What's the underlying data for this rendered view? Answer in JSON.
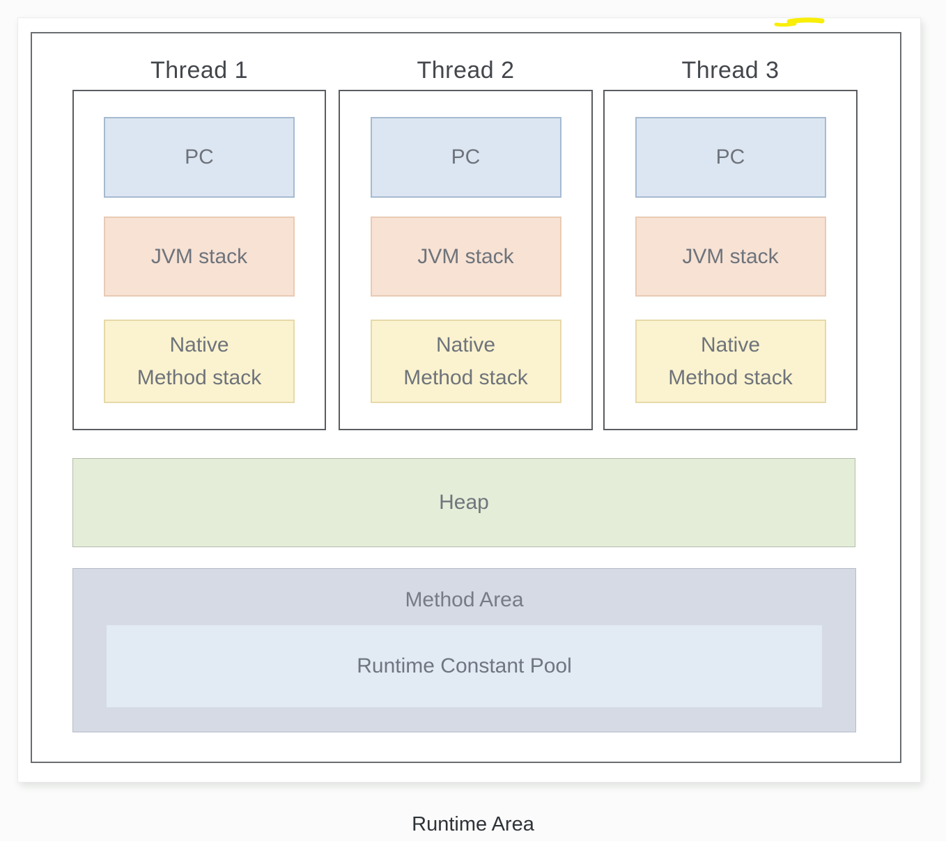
{
  "caption": "Runtime Area",
  "diagram": {
    "threads": [
      {
        "label": "Thread 1",
        "pc_label": "PC",
        "jvm_stack_label": "JVM stack",
        "native_line1": "Native",
        "native_line2": "Method stack"
      },
      {
        "label": "Thread 2",
        "pc_label": "PC",
        "jvm_stack_label": "JVM stack",
        "native_line1": "Native",
        "native_line2": "Method stack"
      },
      {
        "label": "Thread 3",
        "pc_label": "PC",
        "jvm_stack_label": "JVM stack",
        "native_line1": "Native",
        "native_line2": "Method stack"
      }
    ],
    "heap_label": "Heap",
    "method_area_label": "Method Area",
    "runtime_constant_pool_label": "Runtime Constant Pool",
    "colors": {
      "pc_fill": "#dce6f2",
      "pc_border": "#a6bad0",
      "jvm_stack_fill": "#f7e2d4",
      "jvm_stack_border": "#e9cab4",
      "native_stack_fill": "#fbf3cf",
      "native_stack_border": "#e6d9a8",
      "heap_fill": "#e4edd8",
      "method_area_fill": "#d5dae4",
      "runtime_constant_pool_fill": "#e2eaf4",
      "outline_border": "#6a6d70",
      "thread_border": "#595c60",
      "label_text": "#6e737b",
      "title_text": "#43464b",
      "highlight_yellow": "#f9ee07"
    }
  }
}
